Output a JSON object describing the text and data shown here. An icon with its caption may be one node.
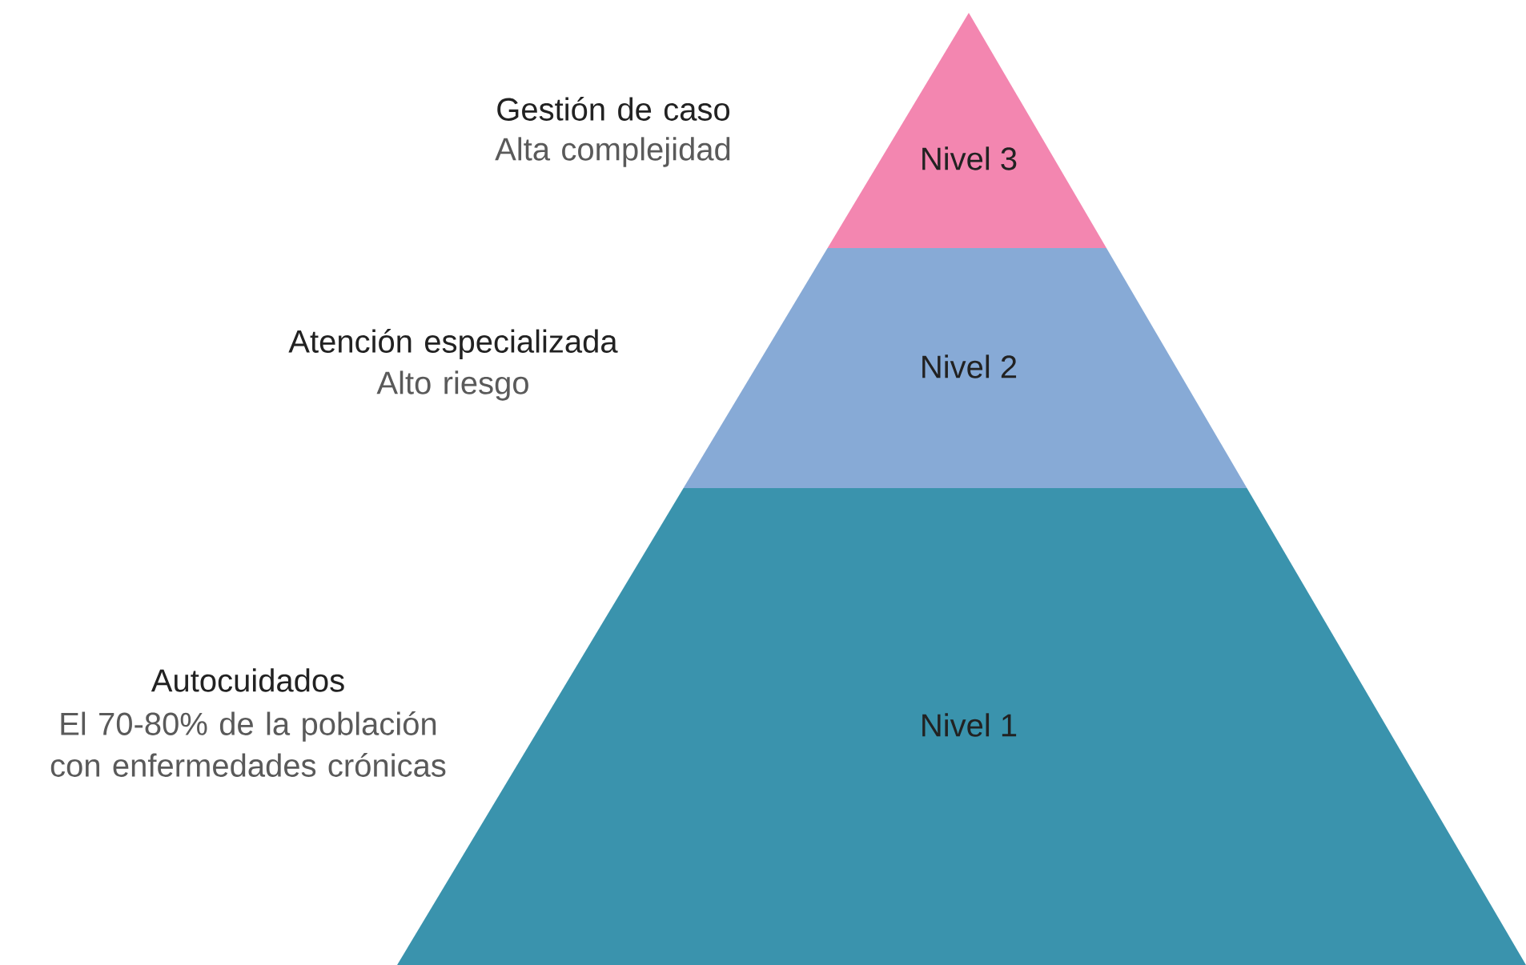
{
  "diagram": {
    "nodes": [
      {
        "text": [
          "Nivel 3"
        ],
        "beside": [
          "Gestión de caso",
          "Alta complejidad"
        ]
      },
      {
        "text": [
          "Nivel 2"
        ],
        "beside": [
          "Atención especializada",
          "Alto riesgo"
        ]
      },
      {
        "text": [
          "Nivel 1"
        ],
        "beside": [
          "Autocuidados",
          "El 70-80% de la población con enfermedades crónicas"
        ]
      }
    ]
  }
}
